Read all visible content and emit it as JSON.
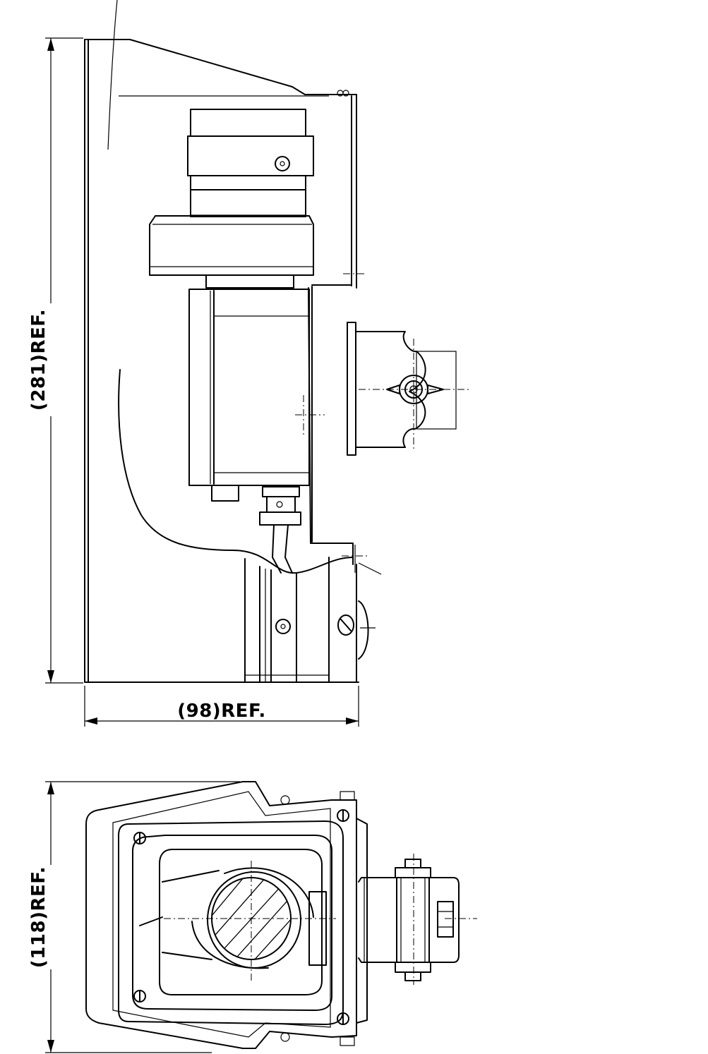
{
  "dimensions": {
    "height": "(281)REF.",
    "width": "(98)REF.",
    "depth": "(118)REF."
  },
  "colors": {
    "line": "#000000",
    "background": "#ffffff"
  }
}
